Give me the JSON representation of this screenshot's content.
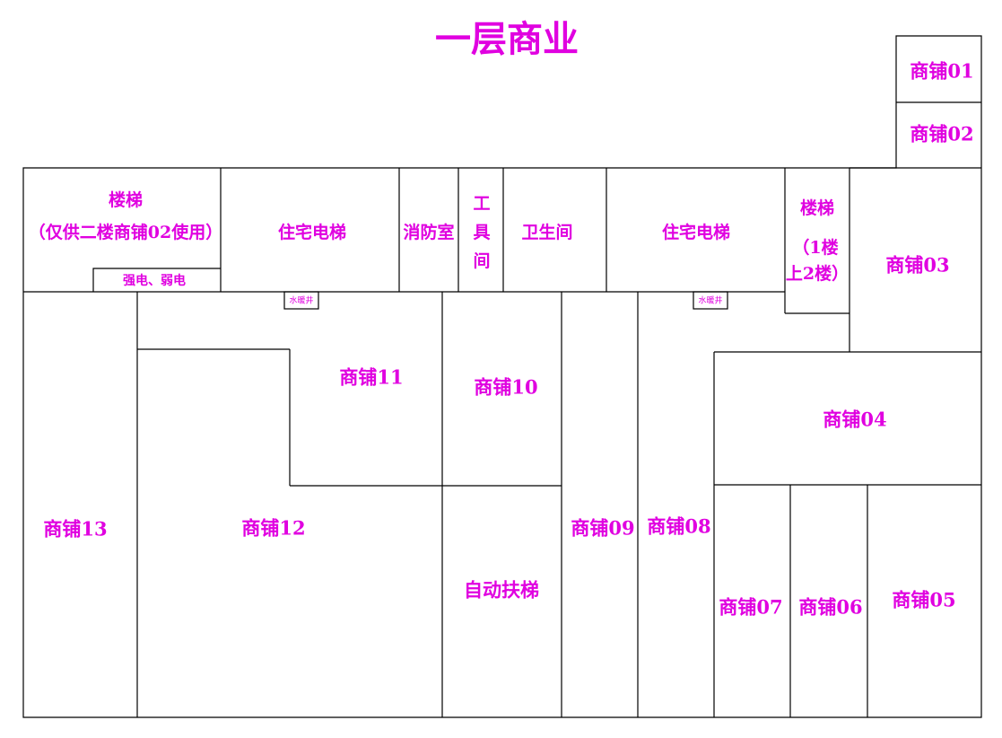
{
  "title": "一层商业",
  "rooms": {
    "shop01": "商铺01",
    "shop02": "商铺02",
    "shop03": "商铺03",
    "shop04": "商铺04",
    "shop05": "商铺05",
    "shop06": "商铺06",
    "shop07": "商铺07",
    "shop08": "商铺08",
    "shop09": "商铺09",
    "shop10": "商铺10",
    "shop11": "商铺11",
    "shop12": "商铺12",
    "shop13": "商铺13",
    "stair_left_1": "楼梯",
    "stair_left_2": "（仅供二楼商铺02使用）",
    "elevator_left": "住宅电梯",
    "fire_room": "消防室",
    "tool_1": "工",
    "tool_2": "具",
    "tool_3": "间",
    "restroom": "卫生间",
    "elevator_right": "住宅电梯",
    "stair_right_1": "楼梯",
    "stair_right_2": "（1楼",
    "stair_right_3": "上2楼）",
    "electric": "强电、弱电",
    "shaft_left": "水暖井",
    "shaft_right": "水暖井",
    "escalator": "自动扶梯"
  }
}
